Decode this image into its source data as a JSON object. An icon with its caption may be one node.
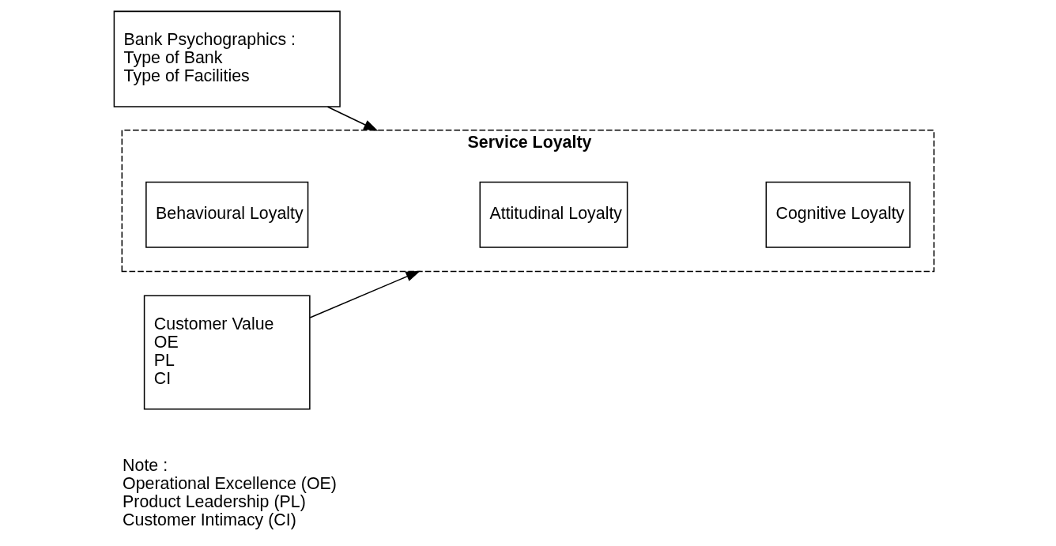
{
  "diagram": {
    "nodes": [
      {
        "text": [
          "Bank Psychographics :",
          "Type of Bank",
          "Type of Facilities"
        ]
      },
      {
        "text": [
          "Customer Value",
          "OE",
          "PL",
          "CI"
        ]
      },
      {
        "text": [
          "Service Loyalty"
        ]
      },
      {
        "text": [
          "Behavioural Loyalty"
        ],
        "in": 2
      },
      {
        "text": [
          "Attitudinal Loyalty"
        ],
        "in": 2
      },
      {
        "text": [
          "Cognitive Loyalty"
        ],
        "in": 2
      }
    ],
    "edges": [
      {
        "from": 0,
        "to": 2,
        "arrow": "to"
      },
      {
        "from": 1,
        "to": 2,
        "arrow": "to"
      }
    ],
    "labels": [
      "Note :",
      "Operational Excellence (OE)",
      "Product Leadership (PL)",
      "Customer Intimacy (CI)"
    ]
  }
}
